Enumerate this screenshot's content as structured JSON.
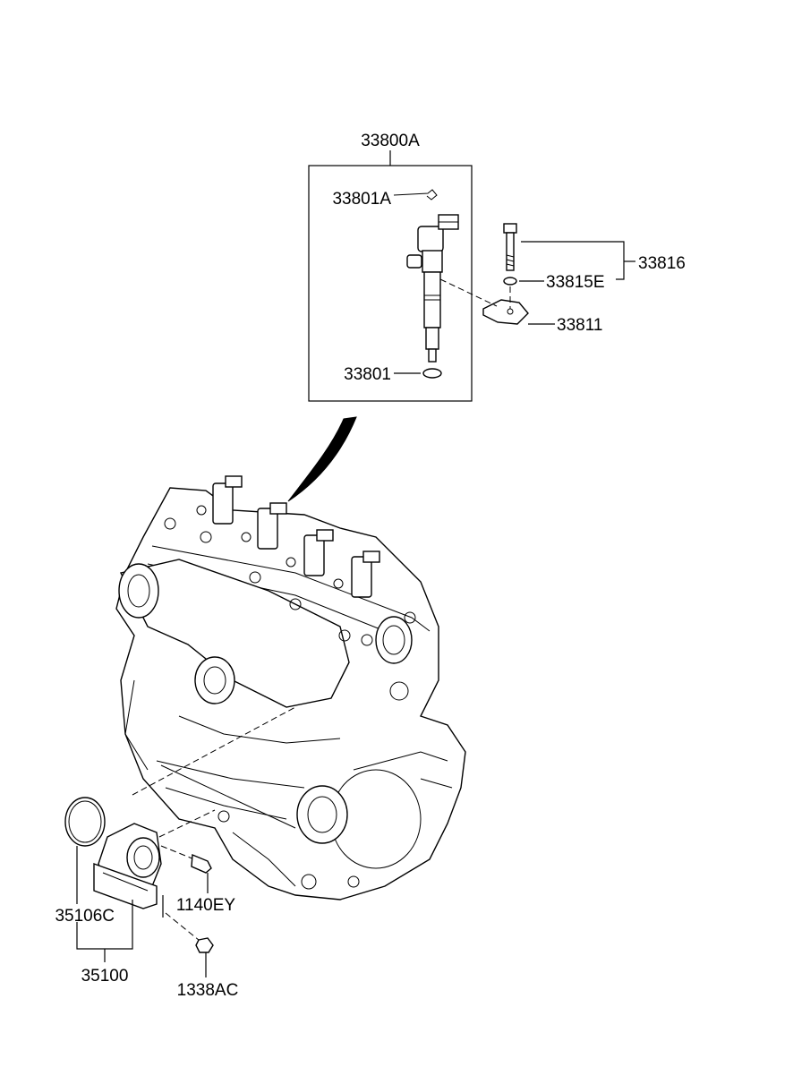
{
  "labels": {
    "injector_assy": "33800A",
    "clip": "33801A",
    "injector_seal": "33801",
    "bolt_assy": "33816",
    "washer": "33815E",
    "clamp": "33811",
    "gasket": "35106C",
    "egr_assy": "35100",
    "bolt": "1140EY",
    "nut": "1338AC"
  }
}
